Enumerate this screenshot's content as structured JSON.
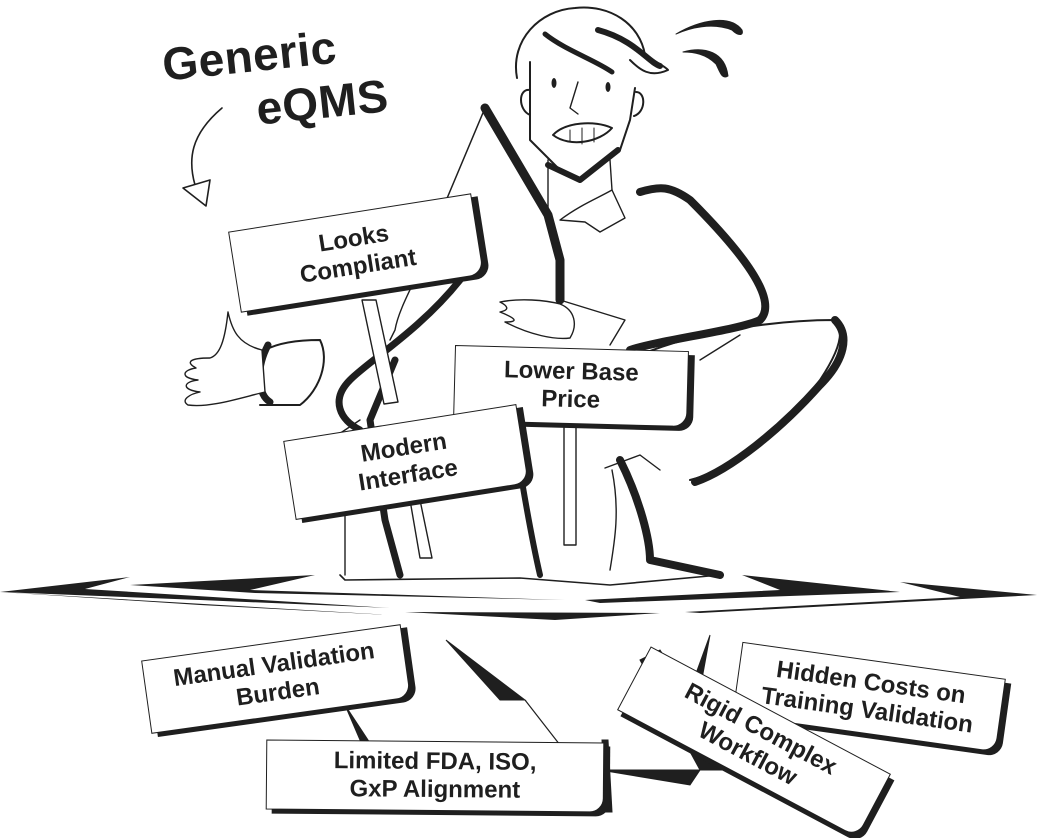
{
  "title": {
    "line1": "Generic",
    "line2": "eQMS"
  },
  "colors": {
    "ink": "#1f1f1f",
    "background": "#ffffff"
  },
  "signs_above_ground": [
    {
      "line1": "Looks",
      "line2": "Compliant"
    },
    {
      "line1": "Lower Base",
      "line2": "Price"
    },
    {
      "line1": "Modern",
      "line2": "Interface"
    }
  ],
  "signs_below_ground": [
    {
      "line1": "Manual Validation",
      "line2": "Burden"
    },
    {
      "line1": "Limited FDA, ISO,",
      "line2": "GxP Alignment"
    },
    {
      "line1": "Hidden Costs on",
      "line2": "Training Validation"
    },
    {
      "line1": "Rigid Complex",
      "line2": "Workflow"
    }
  ]
}
